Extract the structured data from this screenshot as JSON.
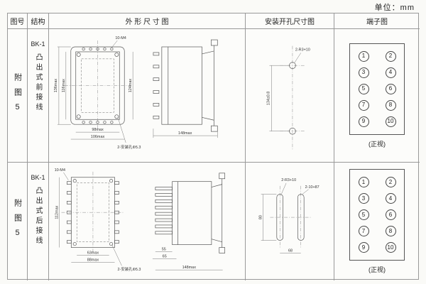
{
  "unit_label": "单位：mm",
  "headers": {
    "fig_no": "图号",
    "structure": "结构",
    "outline": "外 形 尺 寸 图",
    "mounting": "安装开孔尺寸图",
    "terminal": "端子图"
  },
  "rows": [
    {
      "fig_no": "附图5",
      "model": "BK-1",
      "structure_desc": "凸出式前接线",
      "outline": {
        "screw_label": "10-M4",
        "dim_left_outer": "136max",
        "dim_left_inner": "116max",
        "dim_right": "124max",
        "dim_bottom_inner": "98max",
        "dim_bottom_outer": "106max",
        "hole_label": "2-安装孔Φ5.3",
        "dim_side_width": "148max"
      },
      "mounting": {
        "hole_label": "2-R3+10",
        "dim_vertical": "134±0.8"
      },
      "terminal": {
        "numbers": [
          "1",
          "2",
          "3",
          "4",
          "5",
          "6",
          "7",
          "8",
          "9",
          "10"
        ],
        "caption": "(正视)"
      }
    },
    {
      "fig_no": "附图5",
      "model": "BK-1",
      "structure_desc": "凸出式后接线",
      "outline": {
        "screw_label": "10-M4",
        "dim_left": "112max",
        "dim_bottom_inner": "63max",
        "dim_bottom_outer": "88max",
        "hole_label": "2-安装孔Φ5.3",
        "dim_side_1": "55",
        "dim_side_2": "65",
        "dim_side_width": "148max"
      },
      "mounting": {
        "hole_label_1": "2-R3+10",
        "hole_label_2": "2-10+87",
        "dim_vertical": "80",
        "dim_bottom": "68"
      },
      "terminal": {
        "numbers": [
          "1",
          "2",
          "3",
          "4",
          "5",
          "6",
          "7",
          "8",
          "9",
          "10"
        ],
        "caption": "(正视)"
      }
    }
  ]
}
